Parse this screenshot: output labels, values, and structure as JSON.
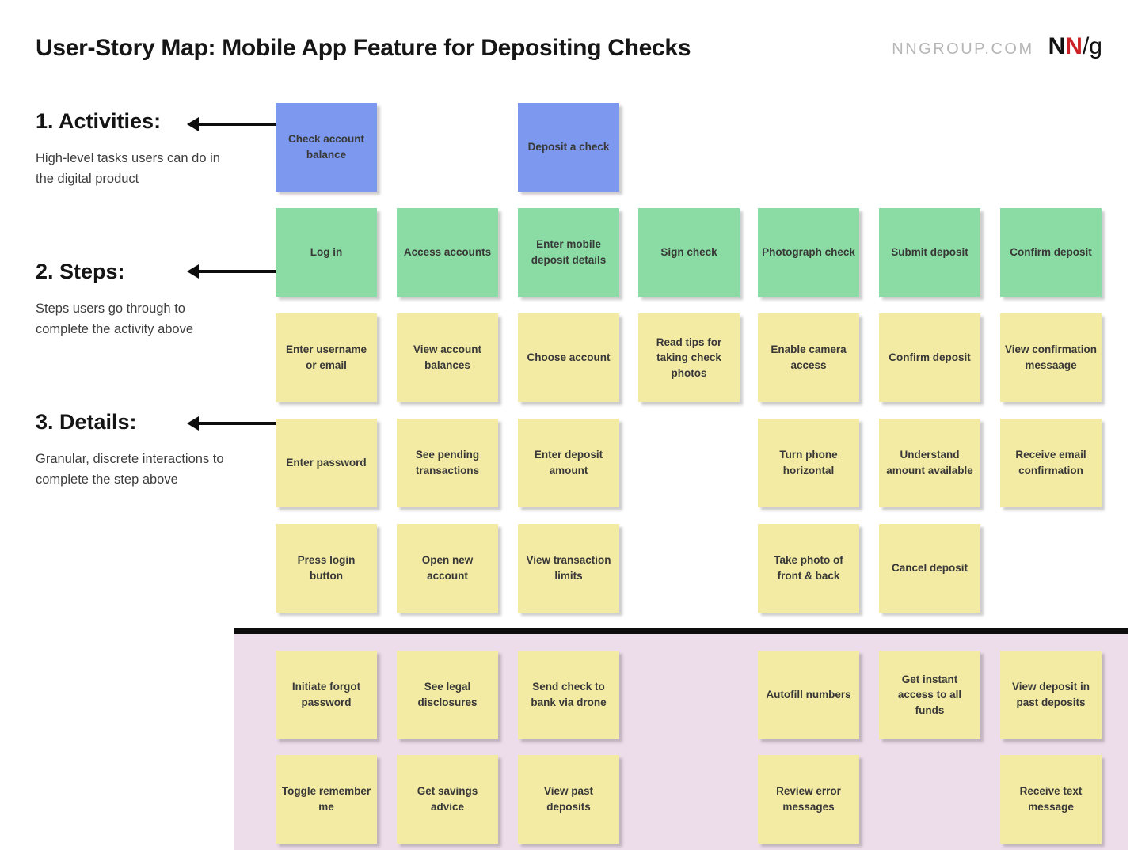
{
  "header": {
    "title": "User-Story Map: Mobile App Feature for Depositing Checks",
    "site": "NNGROUP.COM",
    "logo": {
      "n_black": "N",
      "n_red": "N",
      "slash_g": "/g"
    }
  },
  "legend": [
    {
      "heading": "1. Activities:",
      "description": "High-level tasks users can do in the digital product"
    },
    {
      "heading": "2. Steps:",
      "description": "Steps users go through to complete the activity above"
    },
    {
      "heading": "3. Details:",
      "description": "Granular, discrete interactions to complete the step above"
    }
  ],
  "colors": {
    "activity_note": "#7c99ef",
    "step_note": "#8adca4",
    "detail_note": "#f3eba3",
    "release_area": "#eddcea",
    "release_line": "#0d0d0d",
    "logo_red": "#cc2127"
  },
  "notes": [
    {
      "row": 1,
      "col": 1,
      "type": "activity",
      "label": "Check account balance"
    },
    {
      "row": 1,
      "col": 3,
      "type": "activity",
      "label": "Deposit a check"
    },
    {
      "row": 2,
      "col": 1,
      "type": "step",
      "label": "Log in"
    },
    {
      "row": 2,
      "col": 2,
      "type": "step",
      "label": "Access accounts"
    },
    {
      "row": 2,
      "col": 3,
      "type": "step",
      "label": "Enter mobile deposit details"
    },
    {
      "row": 2,
      "col": 4,
      "type": "step",
      "label": "Sign check"
    },
    {
      "row": 2,
      "col": 5,
      "type": "step",
      "label": "Photograph check"
    },
    {
      "row": 2,
      "col": 6,
      "type": "step",
      "label": "Submit deposit"
    },
    {
      "row": 2,
      "col": 7,
      "type": "step",
      "label": "Confirm deposit"
    },
    {
      "row": 3,
      "col": 1,
      "type": "detail",
      "label": "Enter username or email"
    },
    {
      "row": 3,
      "col": 2,
      "type": "detail",
      "label": "View account balances"
    },
    {
      "row": 3,
      "col": 3,
      "type": "detail",
      "label": "Choose account"
    },
    {
      "row": 3,
      "col": 4,
      "type": "detail",
      "label": "Read tips for taking check photos"
    },
    {
      "row": 3,
      "col": 5,
      "type": "detail",
      "label": "Enable camera access"
    },
    {
      "row": 3,
      "col": 6,
      "type": "detail",
      "label": "Confirm deposit"
    },
    {
      "row": 3,
      "col": 7,
      "type": "detail",
      "label": "View confirmation messaage"
    },
    {
      "row": 4,
      "col": 1,
      "type": "detail",
      "label": "Enter password"
    },
    {
      "row": 4,
      "col": 2,
      "type": "detail",
      "label": "See pending transactions"
    },
    {
      "row": 4,
      "col": 3,
      "type": "detail",
      "label": "Enter deposit amount"
    },
    {
      "row": 4,
      "col": 5,
      "type": "detail",
      "label": "Turn phone horizontal"
    },
    {
      "row": 4,
      "col": 6,
      "type": "detail",
      "label": "Understand amount available"
    },
    {
      "row": 4,
      "col": 7,
      "type": "detail",
      "label": "Receive email confirmation"
    },
    {
      "row": 5,
      "col": 1,
      "type": "detail",
      "label": "Press login button"
    },
    {
      "row": 5,
      "col": 2,
      "type": "detail",
      "label": "Open new account"
    },
    {
      "row": 5,
      "col": 3,
      "type": "detail",
      "label": "View transaction limits"
    },
    {
      "row": 5,
      "col": 5,
      "type": "detail",
      "label": "Take photo of front & back"
    },
    {
      "row": 5,
      "col": 6,
      "type": "detail",
      "label": "Cancel deposit"
    },
    {
      "row": 6,
      "col": 1,
      "type": "detail",
      "label": "Initiate forgot password"
    },
    {
      "row": 6,
      "col": 2,
      "type": "detail",
      "label": "See legal disclosures"
    },
    {
      "row": 6,
      "col": 3,
      "type": "detail",
      "label": "Send check to bank via drone"
    },
    {
      "row": 6,
      "col": 5,
      "type": "detail",
      "label": "Autofill numbers"
    },
    {
      "row": 6,
      "col": 6,
      "type": "detail",
      "label": "Get instant access to all funds"
    },
    {
      "row": 6,
      "col": 7,
      "type": "detail",
      "label": "View deposit in past deposits"
    },
    {
      "row": 7,
      "col": 1,
      "type": "detail",
      "label": "Toggle remember me"
    },
    {
      "row": 7,
      "col": 2,
      "type": "detail",
      "label": "Get savings advice"
    },
    {
      "row": 7,
      "col": 3,
      "type": "detail",
      "label": "View past deposits"
    },
    {
      "row": 7,
      "col": 5,
      "type": "detail",
      "label": "Review error messages"
    },
    {
      "row": 7,
      "col": 7,
      "type": "detail",
      "label": "Receive text message"
    }
  ]
}
